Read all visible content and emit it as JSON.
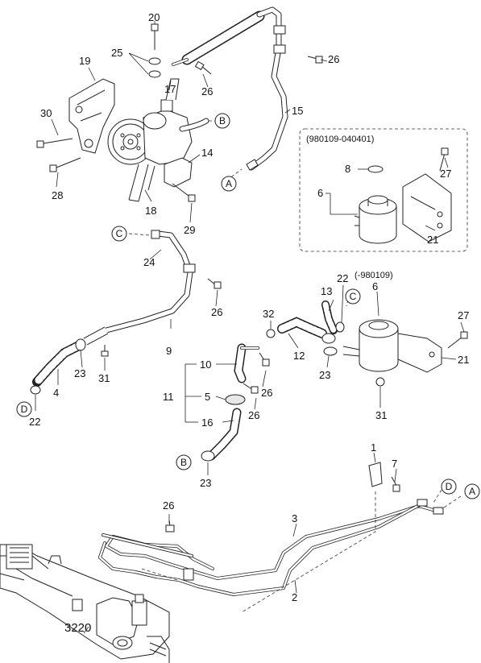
{
  "callouts": {
    "A": "A",
    "B": "B",
    "C": "C",
    "D": "D"
  },
  "parts": {
    "p20": "20",
    "p25": "25",
    "p17": "17",
    "p26a": "26",
    "p26b": "26",
    "p19": "19",
    "p30": "30",
    "p28": "28",
    "p18": "18",
    "p14": "14",
    "p29": "29",
    "p15": "15",
    "p24": "24",
    "p26c": "26",
    "p9": "9",
    "p4": "4",
    "p23a": "23",
    "p31a": "31",
    "p22a": "22",
    "p10": "10",
    "p11": "11",
    "p5": "5",
    "p16": "16",
    "p26d": "26",
    "p26e": "26",
    "p23b": "23",
    "p32": "32",
    "p12": "12",
    "p23c": "23",
    "p13": "13",
    "p22b": "22",
    "p6a": "6",
    "p27a": "27",
    "p21a": "21",
    "p31b": "31",
    "p8": "8",
    "p6b": "6",
    "p27b": "27",
    "p21b": "21",
    "p1": "1",
    "p7": "7",
    "p3": "3",
    "p2": "2",
    "p26f": "26",
    "p3220": "3220"
  },
  "notes": {
    "inset_range": "(980109-040401)",
    "upto_range": "(-980109)"
  }
}
